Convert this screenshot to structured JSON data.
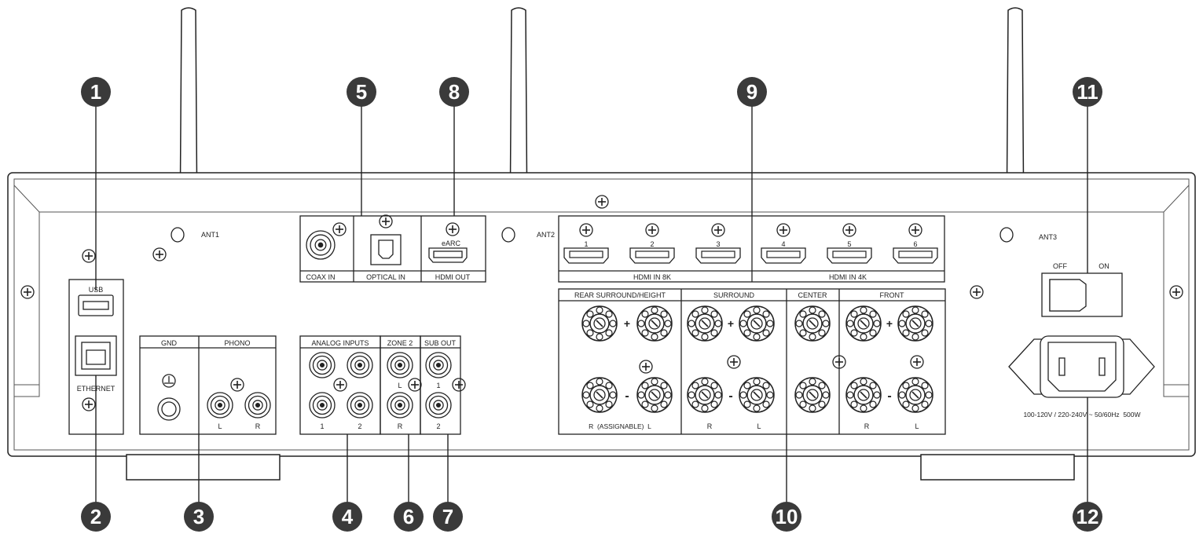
{
  "callouts": [
    "1",
    "2",
    "3",
    "4",
    "5",
    "6",
    "7",
    "8",
    "9",
    "10",
    "11",
    "12"
  ],
  "antennas": {
    "ant1": "ANT1",
    "ant2": "ANT2",
    "ant3": "ANT3"
  },
  "left_column": {
    "usb": "USB",
    "ethernet": "ETHERNET"
  },
  "phono_section": {
    "gnd": "GND",
    "phono": "PHONO",
    "left": "L",
    "right": "R"
  },
  "analog_section": {
    "analog_inputs": "ANALOG INPUTS",
    "zone2": "ZONE 2",
    "sub_out": "SUB OUT",
    "analog_1": "1",
    "analog_2": "2",
    "zone2_left": "L",
    "zone2_right": "R",
    "sub_1": "1",
    "sub_2": "2"
  },
  "digital_section": {
    "coax_in": "COAX IN",
    "optical_in": "OPTICAL IN",
    "hdmi_out": "HDMI OUT",
    "earc": "eARC"
  },
  "hdmi_inputs": {
    "group_8k": "HDMI IN 8K",
    "group_4k": "HDMI IN 4K",
    "port_numbers": [
      "1",
      "2",
      "3",
      "4",
      "5",
      "6"
    ]
  },
  "speaker_section": {
    "rear_surround": "REAR SURROUND/HEIGHT",
    "surround": "SURROUND",
    "center": "CENTER",
    "front": "FRONT",
    "rear_bottom": "R  (ASSIGNABLE)  L",
    "surround_r": "R",
    "surround_l": "L",
    "front_r": "R",
    "front_l": "L",
    "plus": "+",
    "minus": "-"
  },
  "power_section": {
    "off": "OFF",
    "on": "ON",
    "rating": "100-120V / 220-240V ~ 50/60Hz  500W"
  },
  "colors": {
    "line": "#222222",
    "callout": "#3a3a3a",
    "panel_shadow": "#888888"
  }
}
